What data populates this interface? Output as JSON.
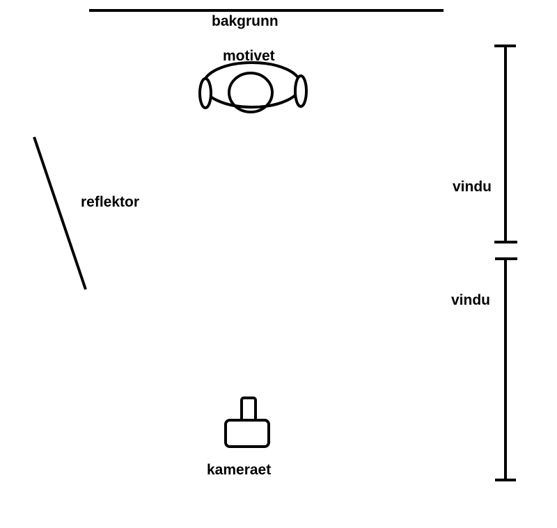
{
  "labels": {
    "background": "bakgrunn",
    "subject": "motivet",
    "reflector": "reflektor",
    "window_upper": "vindu",
    "window_lower": "vindu",
    "camera": "kameraet"
  },
  "colors": {
    "ink": "#000000",
    "paper": "#ffffff"
  }
}
